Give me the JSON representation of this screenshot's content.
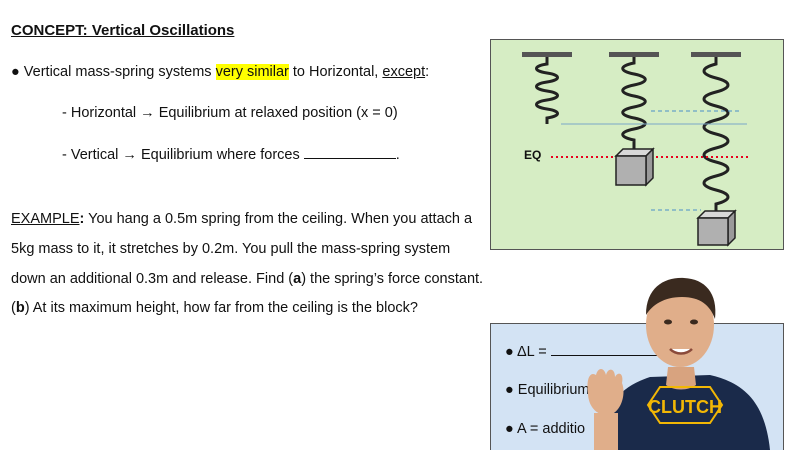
{
  "title": "CONCEPT: Vertical Oscillations",
  "bullet": {
    "prefix": "● Vertical mass-spring systems ",
    "highlight": "very similar",
    "middle": " to Horizontal, ",
    "except": "except",
    "colon": ":"
  },
  "horizontal_line": "- Horizontal → Equilibrium at relaxed position (x = 0)",
  "vertical_line": "- Vertical → Equilibrium where forces",
  "vertical_end": ".",
  "example": {
    "label": "EXAMPLE",
    "colon": ":",
    "line1": " You hang a 0.5m spring from the ceiling. When you attach a",
    "line2": "5kg mass to it, it stretches by 0.2m. You pull the mass-spring system",
    "line3a": "down an additional 0.3m and release. Find (",
    "a": "a",
    "line3b": ") the spring’s force constant.",
    "line4a": "(",
    "b": "b",
    "line4b": ") At its maximum height, how far from the ceiling is the block?"
  },
  "diagram": {
    "eq_label": "EQ",
    "eq_color": "#e8001c",
    "bg_color": "#d6edc4"
  },
  "notes": {
    "bg_color": "#d3e3f4",
    "item1": "● ΔL =",
    "item2": "● Equilibrium",
    "item3": "● A = additio"
  },
  "presenter": {
    "shirt_text": "CLUTCH",
    "shirt_color": "#1a2a4a",
    "logo_color": "#f2b705"
  }
}
